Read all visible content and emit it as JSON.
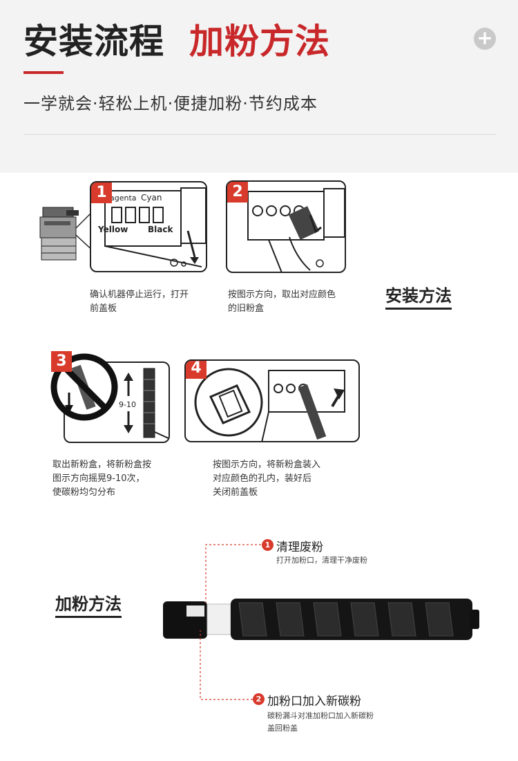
{
  "header": {
    "title_main": "安装流程",
    "title_accent": "加粉方法",
    "subtitle": "一学就会·轻松上机·便捷加粉·节约成本",
    "plus_label": "+"
  },
  "install": {
    "section_label": "安装方法",
    "steps": [
      {
        "num": "1",
        "caption_lines": [
          "确认机器停止运行，打开",
          "前盖板"
        ],
        "labels": [
          "agenta",
          "Cyan",
          "Yellow",
          "Black"
        ]
      },
      {
        "num": "2",
        "caption_lines": [
          "按图示方向，取出对应颜色",
          "的旧粉盒"
        ]
      },
      {
        "num": "3",
        "caption_lines": [
          "取出新粉盒，将新粉盒按",
          "图示方向摇晃9-10次，",
          "使碳粉均匀分布"
        ],
        "shake_label": "9-10"
      },
      {
        "num": "4",
        "caption_lines": [
          "按图示方向，将新粉盒装入",
          "对应颜色的孔内，装好后",
          "关闭前盖板"
        ]
      }
    ]
  },
  "refill": {
    "section_label": "加粉方法",
    "callouts": [
      {
        "num": "1",
        "title": "清理废粉",
        "desc_lines": [
          "打开加粉口，清理干净废粉"
        ]
      },
      {
        "num": "2",
        "title": "加粉口加入新碳粉",
        "desc_lines": [
          "碳粉漏斗对准加粉口加入新碳粉",
          "盖回粉盖"
        ]
      }
    ]
  },
  "colors": {
    "accent": "#c8282a",
    "badge": "#d83a2c",
    "header_bg": "#f3f3f3"
  }
}
